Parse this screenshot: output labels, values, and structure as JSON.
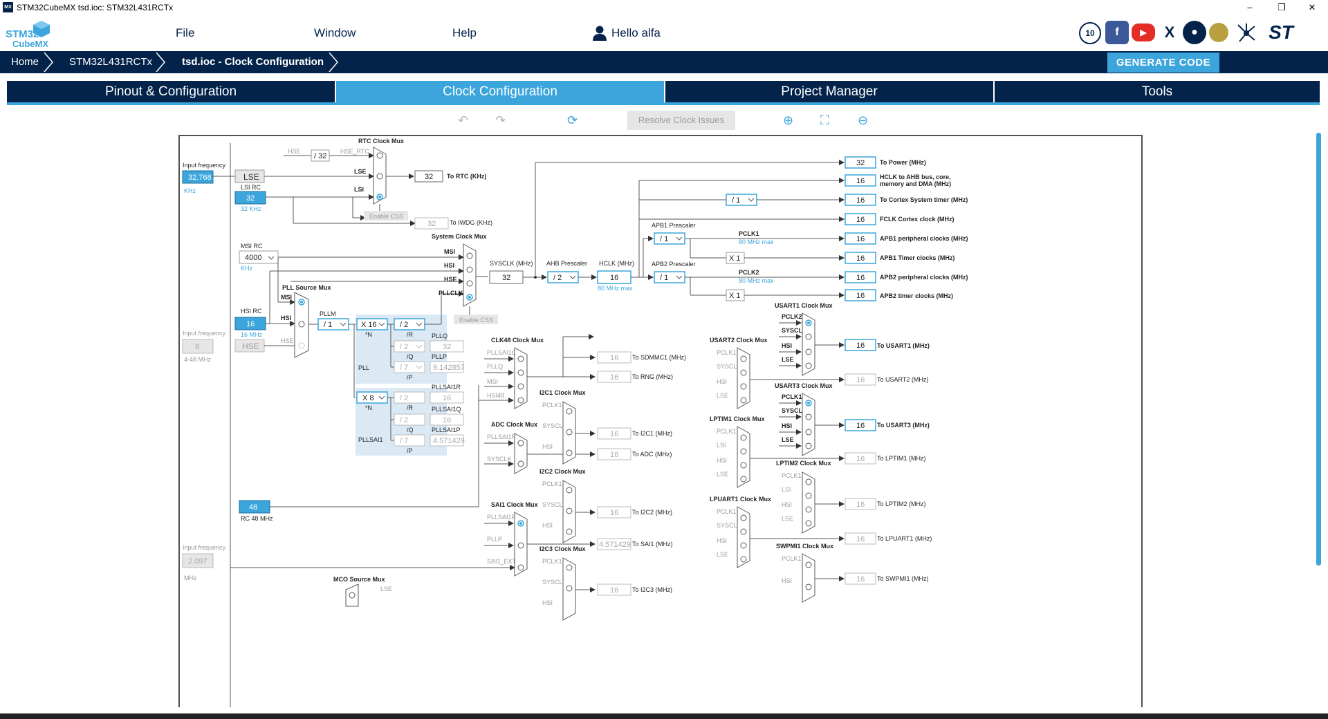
{
  "window": {
    "title": "STM32CubeMX tsd.ioc: STM32L431RCTx",
    "app_icon": "MX"
  },
  "logo": {
    "line1": "STM32",
    "line2": "CubeMX"
  },
  "menu": {
    "file": "File",
    "window": "Window",
    "help": "Help",
    "user": "Hello alfa"
  },
  "social": {
    "st": "ST"
  },
  "breadcrumb": {
    "home": "Home",
    "device": "STM32L431RCTx",
    "current": "tsd.ioc - Clock Configuration"
  },
  "actions": {
    "generate": "GENERATE CODE"
  },
  "tabs": {
    "pinout": "Pinout & Configuration",
    "clock": "Clock Configuration",
    "project": "Project Manager",
    "tools": "Tools"
  },
  "toolbar": {
    "resolve": "Resolve Clock Issues"
  },
  "colors": {
    "navy": "#03234b",
    "accent": "#3ca5dc"
  },
  "clock": {
    "input_frequency": "Input frequency",
    "lse_freq": "32.768",
    "khz": "KHz",
    "mhz": "MHz",
    "lse": "LSE",
    "lsi_rc": "LSI RC",
    "lsi_val": "32",
    "lsi_caption": "32 KHz",
    "hse_freq": "8",
    "hse_range": "4-48 MHz",
    "hse": "HSE",
    "msi_rc": "MSI RC",
    "msi_val": "4000",
    "hsi_rc": "HSI RC",
    "hsi_val": "16",
    "hsi_caption": "16 MHz",
    "rc48_val": "48",
    "rc48_caption": "RC 48 MHz",
    "ext_freq": "2.097",
    "rtc_mux": "RTC Clock Mux",
    "hse_label": "HSE",
    "div32": "/ 32",
    "hse_rtc": "HSE_RTC",
    "lse_label": "LSE",
    "lsi_label": "LSI",
    "rtc_val": "32",
    "rtc_out": "To RTC (KHz)",
    "enable_css": "Enable CSS",
    "iwdg_val": "32",
    "iwdg_out": "To IWDG (KHz)",
    "sys_mux": "System Clock Mux",
    "msi_label": "MSI",
    "hsi_label": "HSI",
    "pllclk": "PLLCLK",
    "sysclk_label": "SYSCLK (MHz)",
    "sysclk_val": "32",
    "ahb_prescaler": "AHB Prescaler",
    "ahb_val": "/ 2",
    "hclk_label": "HCLK (MHz)",
    "hclk_val": "16",
    "hclk_max": "80 MHz max",
    "apb1_prescaler": "APB1 Prescaler",
    "apb1_val": "/ 1",
    "pclk1": "PCLK1",
    "pclk1_max": "80 MHz max",
    "apb2_prescaler": "APB2 Prescaler",
    "apb2_val": "/ 1",
    "pclk2": "PCLK2",
    "pclk2_max": "80 MHz max",
    "cortex_div": "/ 1",
    "x1": "X 1",
    "pll_source_mux": "PLL Source Mux",
    "pllm": "PLLM",
    "pllm_val": "/ 1",
    "pll_n_val": "X 16",
    "star_n": "*N",
    "pll_r_val": "/ 2",
    "slash_r": "/R",
    "pllq": "PLLQ",
    "pll_q_val": "/ 2",
    "slash_q": "/Q",
    "pllq_out": "32",
    "pllp": "PLLP",
    "pll_p_val": "/ 7",
    "slash_p": "/P",
    "pllp_out": "9.142857",
    "pll": "PLL",
    "sai1_n_val": "X 8",
    "sai1_r_val": "/ 2",
    "pllsai1r": "PLLSAI1R",
    "pllsai1r_out": "16",
    "sai1_q_val": "/ 2",
    "pllsai1q": "PLLSAI1Q",
    "pllsai1q_out": "16",
    "sai1_p_val": "/ 7",
    "pllsai1p": "PLLSAI1P",
    "pllsai1p_out": "4.571429",
    "pllsai1": "PLLSAI1",
    "clk48_mux": "CLK48 Clock Mux",
    "pllsai1q_in": "PLLSAI1Q",
    "pllq_in": "PLLQ",
    "msi_in": "MSI",
    "hsi48_in": "HSI48",
    "sdmmc_val": "16",
    "sdmmc_out": "To SDMMC1 (MHz)",
    "rng_val": "16",
    "rng_out": "To RNG (MHz)",
    "adc_mux": "ADC Clock Mux",
    "pllsai1r_in": "PLLSAI1R",
    "sysclk_in": "SYSCLK",
    "adc_val": "16",
    "adc_out": "To ADC (MHz)",
    "sai1_mux": "SAI1 Clock Mux",
    "pllsai1p_in": "PLLSAI1P",
    "pllp_in": "PLLP",
    "sai1_ext": "SAI1_EXT",
    "sai1_val": "4.571429",
    "sai1_out": "To SAI1 (MHz)",
    "i2c1_mux": "I2C1 Clock Mux",
    "pclk1_in": "PCLK1",
    "i2c1_val": "16",
    "i2c1_out": "To I2C1 (MHz)",
    "i2c2_mux": "I2C2 Clock Mux",
    "i2c2_val": "16",
    "i2c2_out": "To I2C2 (MHz)",
    "i2c3_mux": "I2C3 Clock Mux",
    "i2c3_val": "16",
    "i2c3_out": "To I2C3 (MHz)",
    "mco_mux": "MCO Source Mux",
    "power_val": "32",
    "power_out": "To Power (MHz)",
    "hclk_ahb_val": "16",
    "hclk_ahb_out": "HCLK to AHB bus, core,",
    "hclk_ahb_out2": "memory and DMA (MHz)",
    "cortex_sys_val": "16",
    "cortex_sys_out": "To Cortex System timer (MHz)",
    "fclk_val": "16",
    "fclk_out": "FCLK Cortex clock (MHz)",
    "apb1p_val": "16",
    "apb1p_out": "APB1 peripheral clocks (MHz)",
    "apb1t_val": "16",
    "apb1t_out": "APB1 Timer clocks (MHz)",
    "apb2p_val": "16",
    "apb2p_out": "APB2 peripheral clocks (MHz)",
    "apb2t_val": "16",
    "apb2t_out": "APB2 timer clocks (MHz)",
    "usart1_mux": "USART1 Clock Mux",
    "pclk2_in": "PCLK2",
    "usart1_val": "16",
    "usart1_out": "To USART1 (MHz)",
    "usart2_mux": "USART2 Clock Mux",
    "usart2_val": "16",
    "usart2_out": "To USART2 (MHz)",
    "usart3_mux": "USART3 Clock Mux",
    "usart3_val": "16",
    "usart3_out": "To USART3 (MHz)",
    "lptim1_mux": "LPTIM1 Clock Mux",
    "lptim1_val": "16",
    "lptim1_out": "To LPTIM1 (MHz)",
    "lptim2_mux": "LPTIM2 Clock Mux",
    "lptim2_val": "16",
    "lptim2_out": "To LPTIM2 (MHz)",
    "lpuart1_mux": "LPUART1 Clock Mux",
    "lpuart1_val": "16",
    "lpuart1_out": "To LPUART1 (MHz)",
    "swpmi1_mux": "SWPMI1 Clock Mux",
    "swpmi1_val": "16",
    "swpmi1_out": "To SWPMI1 (MHz)"
  }
}
